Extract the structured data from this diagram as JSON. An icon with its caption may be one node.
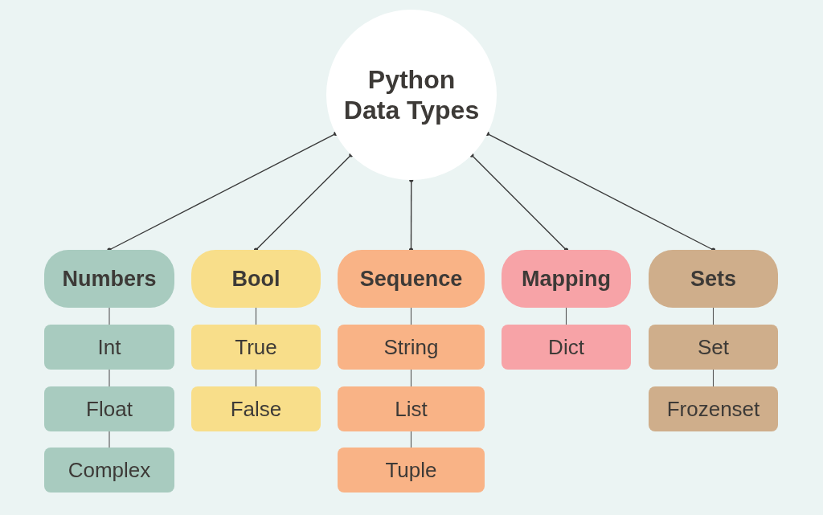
{
  "diagram": {
    "nodes": [
      {
        "text": [
          "Python Data Types"
        ]
      },
      {
        "text": [
          "Numbers"
        ]
      },
      {
        "text": [
          "Bool"
        ]
      },
      {
        "text": [
          "Sequence"
        ]
      },
      {
        "text": [
          "Mapping"
        ]
      },
      {
        "text": [
          "Sets"
        ]
      },
      {
        "text": [
          "Int"
        ]
      },
      {
        "text": [
          "True"
        ]
      },
      {
        "text": [
          "String"
        ]
      },
      {
        "text": [
          "Dict"
        ]
      },
      {
        "text": [
          "Set"
        ]
      },
      {
        "text": [
          "Float"
        ]
      },
      {
        "text": [
          "False"
        ]
      },
      {
        "text": [
          "List"
        ]
      },
      {
        "text": [
          "Frozenset"
        ]
      },
      {
        "text": [
          "Complex"
        ]
      },
      {
        "text": [
          "Tuple"
        ]
      }
    ],
    "edges": [
      {
        "from": 0,
        "to": 1,
        "arrow": "other"
      },
      {
        "from": 0,
        "to": 2,
        "arrow": "other"
      },
      {
        "from": 0,
        "to": 3,
        "arrow": "other"
      },
      {
        "from": 0,
        "to": 4,
        "arrow": "other"
      },
      {
        "from": 0,
        "to": 5,
        "arrow": "other"
      },
      {
        "from": 1,
        "to": 6,
        "arrow": "none"
      },
      {
        "from": 6,
        "to": 11,
        "arrow": "none"
      },
      {
        "from": 11,
        "to": 15,
        "arrow": "none"
      },
      {
        "from": 2,
        "to": 7,
        "arrow": "none"
      },
      {
        "from": 7,
        "to": 12,
        "arrow": "none"
      },
      {
        "from": 3,
        "to": 8,
        "arrow": "none"
      },
      {
        "from": 8,
        "to": 13,
        "arrow": "none"
      },
      {
        "from": 13,
        "to": 16,
        "arrow": "none"
      },
      {
        "from": 4,
        "to": 9,
        "arrow": "none"
      },
      {
        "from": 5,
        "to": 10,
        "arrow": "none"
      },
      {
        "from": 10,
        "to": 14,
        "arrow": "none"
      }
    ]
  }
}
